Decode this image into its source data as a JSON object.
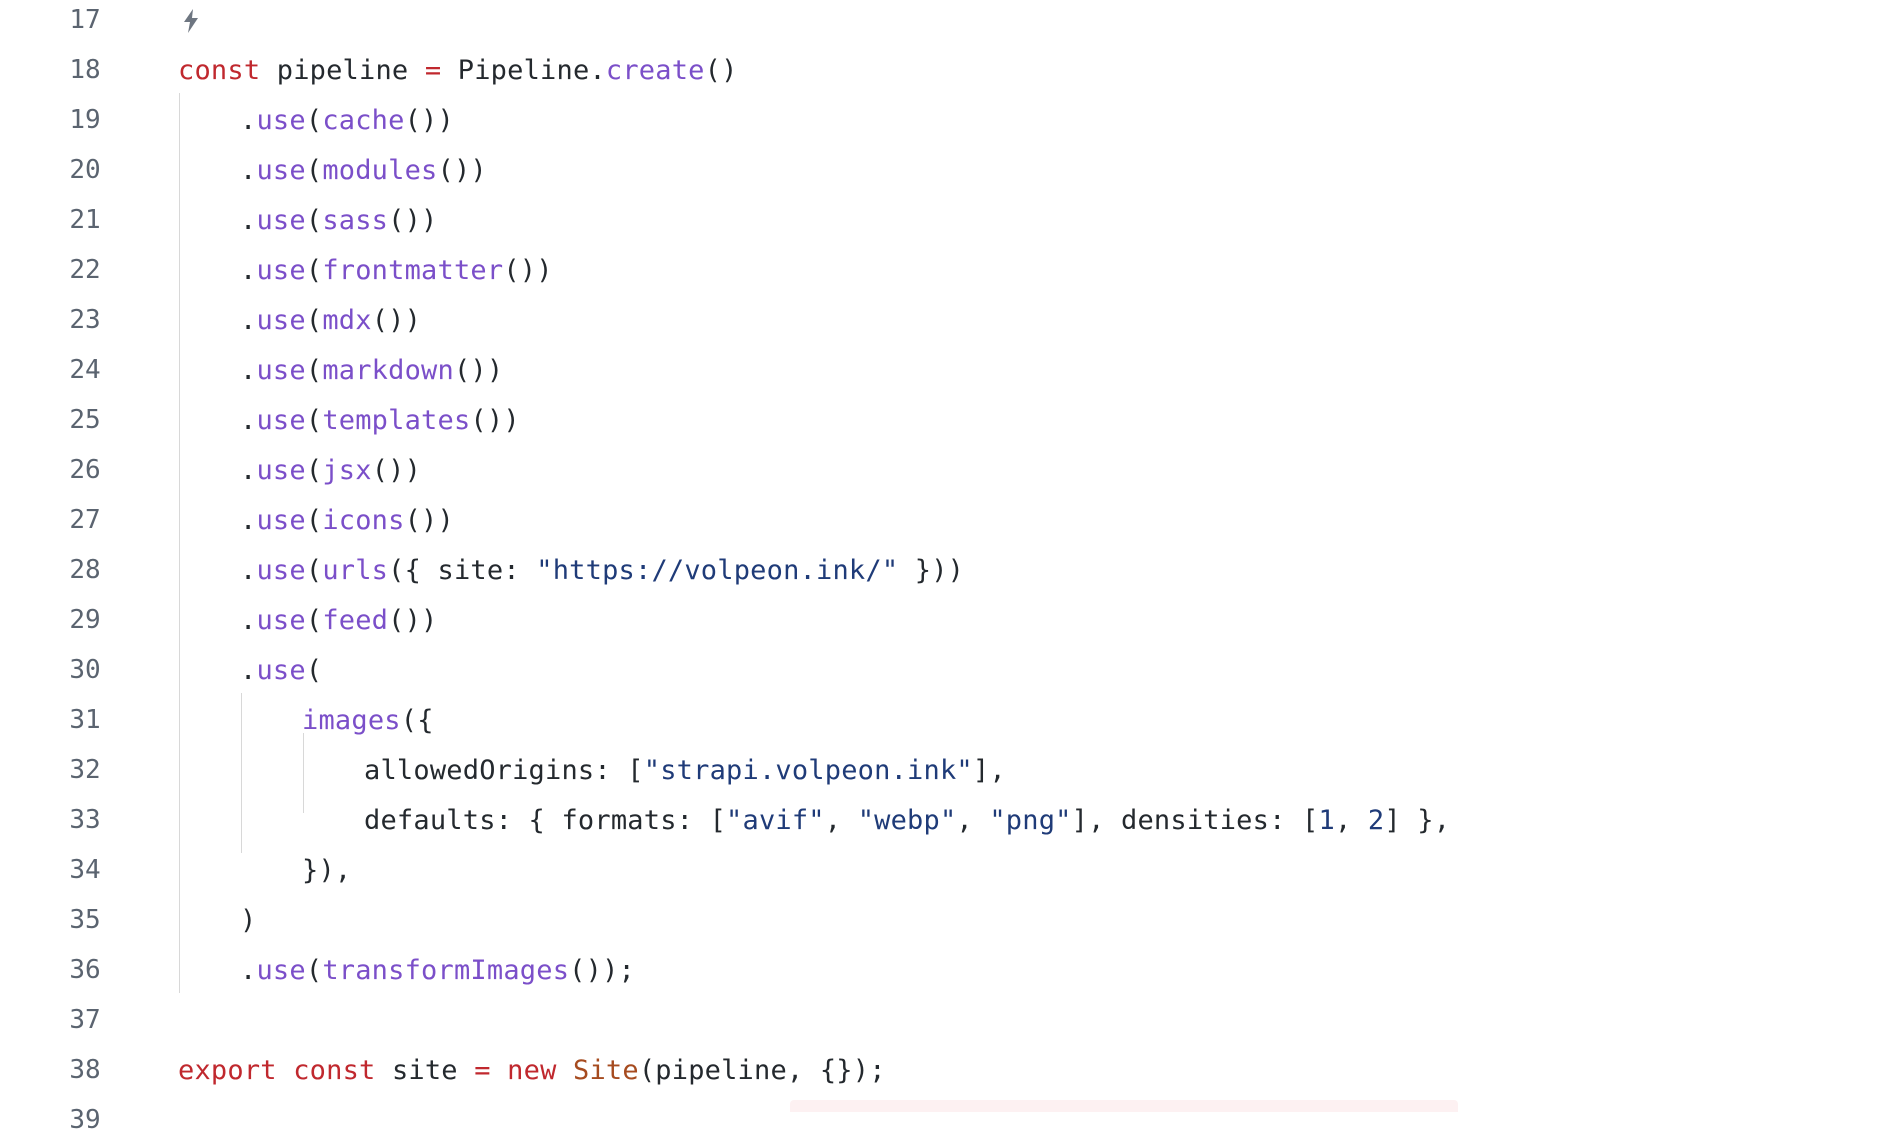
{
  "lines": [
    {
      "num": "17",
      "tokens": []
    },
    {
      "num": "18",
      "tokens": [
        {
          "t": "const",
          "c": "kw"
        },
        {
          "t": " pipeline ",
          "c": ""
        },
        {
          "t": "=",
          "c": "kw"
        },
        {
          "t": " Pipeline.",
          "c": ""
        },
        {
          "t": "create",
          "c": "fn"
        },
        {
          "t": "()",
          "c": ""
        }
      ]
    },
    {
      "num": "19",
      "tokens": [
        {
          "t": ".",
          "c": ""
        },
        {
          "t": "use",
          "c": "fn"
        },
        {
          "t": "(",
          "c": ""
        },
        {
          "t": "cache",
          "c": "fn"
        },
        {
          "t": "())",
          "c": ""
        }
      ]
    },
    {
      "num": "20",
      "tokens": [
        {
          "t": ".",
          "c": ""
        },
        {
          "t": "use",
          "c": "fn"
        },
        {
          "t": "(",
          "c": ""
        },
        {
          "t": "modules",
          "c": "fn"
        },
        {
          "t": "())",
          "c": ""
        }
      ]
    },
    {
      "num": "21",
      "tokens": [
        {
          "t": ".",
          "c": ""
        },
        {
          "t": "use",
          "c": "fn"
        },
        {
          "t": "(",
          "c": ""
        },
        {
          "t": "sass",
          "c": "fn"
        },
        {
          "t": "())",
          "c": ""
        }
      ]
    },
    {
      "num": "22",
      "tokens": [
        {
          "t": ".",
          "c": ""
        },
        {
          "t": "use",
          "c": "fn"
        },
        {
          "t": "(",
          "c": ""
        },
        {
          "t": "frontmatter",
          "c": "fn"
        },
        {
          "t": "())",
          "c": ""
        }
      ]
    },
    {
      "num": "23",
      "tokens": [
        {
          "t": ".",
          "c": ""
        },
        {
          "t": "use",
          "c": "fn"
        },
        {
          "t": "(",
          "c": ""
        },
        {
          "t": "mdx",
          "c": "fn"
        },
        {
          "t": "())",
          "c": ""
        }
      ]
    },
    {
      "num": "24",
      "tokens": [
        {
          "t": ".",
          "c": ""
        },
        {
          "t": "use",
          "c": "fn"
        },
        {
          "t": "(",
          "c": ""
        },
        {
          "t": "markdown",
          "c": "fn"
        },
        {
          "t": "())",
          "c": ""
        }
      ]
    },
    {
      "num": "25",
      "tokens": [
        {
          "t": ".",
          "c": ""
        },
        {
          "t": "use",
          "c": "fn"
        },
        {
          "t": "(",
          "c": ""
        },
        {
          "t": "templates",
          "c": "fn"
        },
        {
          "t": "())",
          "c": ""
        }
      ]
    },
    {
      "num": "26",
      "tokens": [
        {
          "t": ".",
          "c": ""
        },
        {
          "t": "use",
          "c": "fn"
        },
        {
          "t": "(",
          "c": ""
        },
        {
          "t": "jsx",
          "c": "fn"
        },
        {
          "t": "())",
          "c": ""
        }
      ]
    },
    {
      "num": "27",
      "tokens": [
        {
          "t": ".",
          "c": ""
        },
        {
          "t": "use",
          "c": "fn"
        },
        {
          "t": "(",
          "c": ""
        },
        {
          "t": "icons",
          "c": "fn"
        },
        {
          "t": "())",
          "c": ""
        }
      ]
    },
    {
      "num": "28",
      "tokens": [
        {
          "t": ".",
          "c": ""
        },
        {
          "t": "use",
          "c": "fn"
        },
        {
          "t": "(",
          "c": ""
        },
        {
          "t": "urls",
          "c": "fn"
        },
        {
          "t": "({ site: ",
          "c": ""
        },
        {
          "t": "\"https://volpeon.ink/\"",
          "c": "str"
        },
        {
          "t": " }))",
          "c": ""
        }
      ]
    },
    {
      "num": "29",
      "tokens": [
        {
          "t": ".",
          "c": ""
        },
        {
          "t": "use",
          "c": "fn"
        },
        {
          "t": "(",
          "c": ""
        },
        {
          "t": "feed",
          "c": "fn"
        },
        {
          "t": "())",
          "c": ""
        }
      ]
    },
    {
      "num": "30",
      "tokens": [
        {
          "t": ".",
          "c": ""
        },
        {
          "t": "use",
          "c": "fn"
        },
        {
          "t": "(",
          "c": ""
        }
      ]
    },
    {
      "num": "31",
      "tokens": [
        {
          "t": "images",
          "c": "fn"
        },
        {
          "t": "({",
          "c": ""
        }
      ]
    },
    {
      "num": "32",
      "tokens": [
        {
          "t": "allowedOrigins: [",
          "c": ""
        },
        {
          "t": "\"strapi.volpeon.ink\"",
          "c": "str"
        },
        {
          "t": "],",
          "c": ""
        }
      ]
    },
    {
      "num": "33",
      "tokens": [
        {
          "t": "defaults: { formats: [",
          "c": ""
        },
        {
          "t": "\"avif\"",
          "c": "str"
        },
        {
          "t": ", ",
          "c": ""
        },
        {
          "t": "\"webp\"",
          "c": "str"
        },
        {
          "t": ", ",
          "c": ""
        },
        {
          "t": "\"png\"",
          "c": "str"
        },
        {
          "t": "], densities: [",
          "c": ""
        },
        {
          "t": "1",
          "c": "num"
        },
        {
          "t": ", ",
          "c": ""
        },
        {
          "t": "2",
          "c": "num"
        },
        {
          "t": "] },",
          "c": ""
        }
      ]
    },
    {
      "num": "34",
      "tokens": [
        {
          "t": "}),",
          "c": ""
        }
      ]
    },
    {
      "num": "35",
      "tokens": [
        {
          "t": ")",
          "c": ""
        }
      ]
    },
    {
      "num": "36",
      "tokens": [
        {
          "t": ".",
          "c": ""
        },
        {
          "t": "use",
          "c": "fn"
        },
        {
          "t": "(",
          "c": ""
        },
        {
          "t": "transformImages",
          "c": "fn"
        },
        {
          "t": "());",
          "c": ""
        }
      ]
    },
    {
      "num": "37",
      "tokens": []
    },
    {
      "num": "38",
      "tokens": [
        {
          "t": "export",
          "c": "kw"
        },
        {
          "t": " ",
          "c": ""
        },
        {
          "t": "const",
          "c": "kw"
        },
        {
          "t": " site ",
          "c": ""
        },
        {
          "t": "=",
          "c": "kw"
        },
        {
          "t": " ",
          "c": ""
        },
        {
          "t": "new",
          "c": "kw"
        },
        {
          "t": " ",
          "c": ""
        },
        {
          "t": "Site",
          "c": "cls"
        },
        {
          "t": "(pipeline, {});",
          "c": ""
        }
      ]
    },
    {
      "num": "39",
      "tokens": []
    }
  ],
  "colors": {
    "keyword": "#c0282e",
    "function": "#7b4fc9",
    "string": "#1f3b78",
    "class": "#a64b1f",
    "text": "#24292e",
    "line_number": "#5b6470"
  },
  "icons": {
    "line17": "lightning-bolt-icon"
  }
}
